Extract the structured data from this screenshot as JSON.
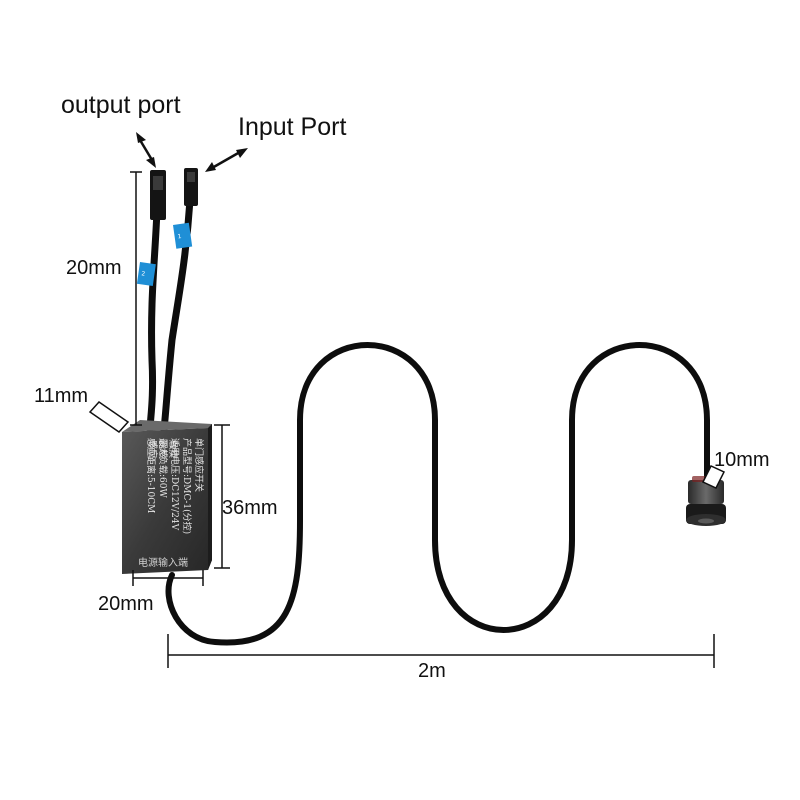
{
  "callouts": {
    "output_port": "output port",
    "input_port": "Input Port"
  },
  "dimensions": {
    "cable_height": "20mm",
    "box_depth": "11mm",
    "box_height": "36mm",
    "box_width": "20mm",
    "cable_length": "2m",
    "sensor_diameter": "10mm"
  },
  "module_label": {
    "lines": [
      "单门感应开关",
      "产品型号:DMC-1(分控)",
      "适用电压:DC12V/24V",
      "最大负载:60W",
      "感应距离:5-10CM"
    ],
    "side_lines": [
      "感应",
      "器感",
      "触摸"
    ],
    "bottom": "电源输入端"
  },
  "colors": {
    "cable": "#0d0d0d",
    "module_body": "#3a3a3a",
    "tag": "#1f8fd6",
    "dimension_line": "#111111"
  }
}
